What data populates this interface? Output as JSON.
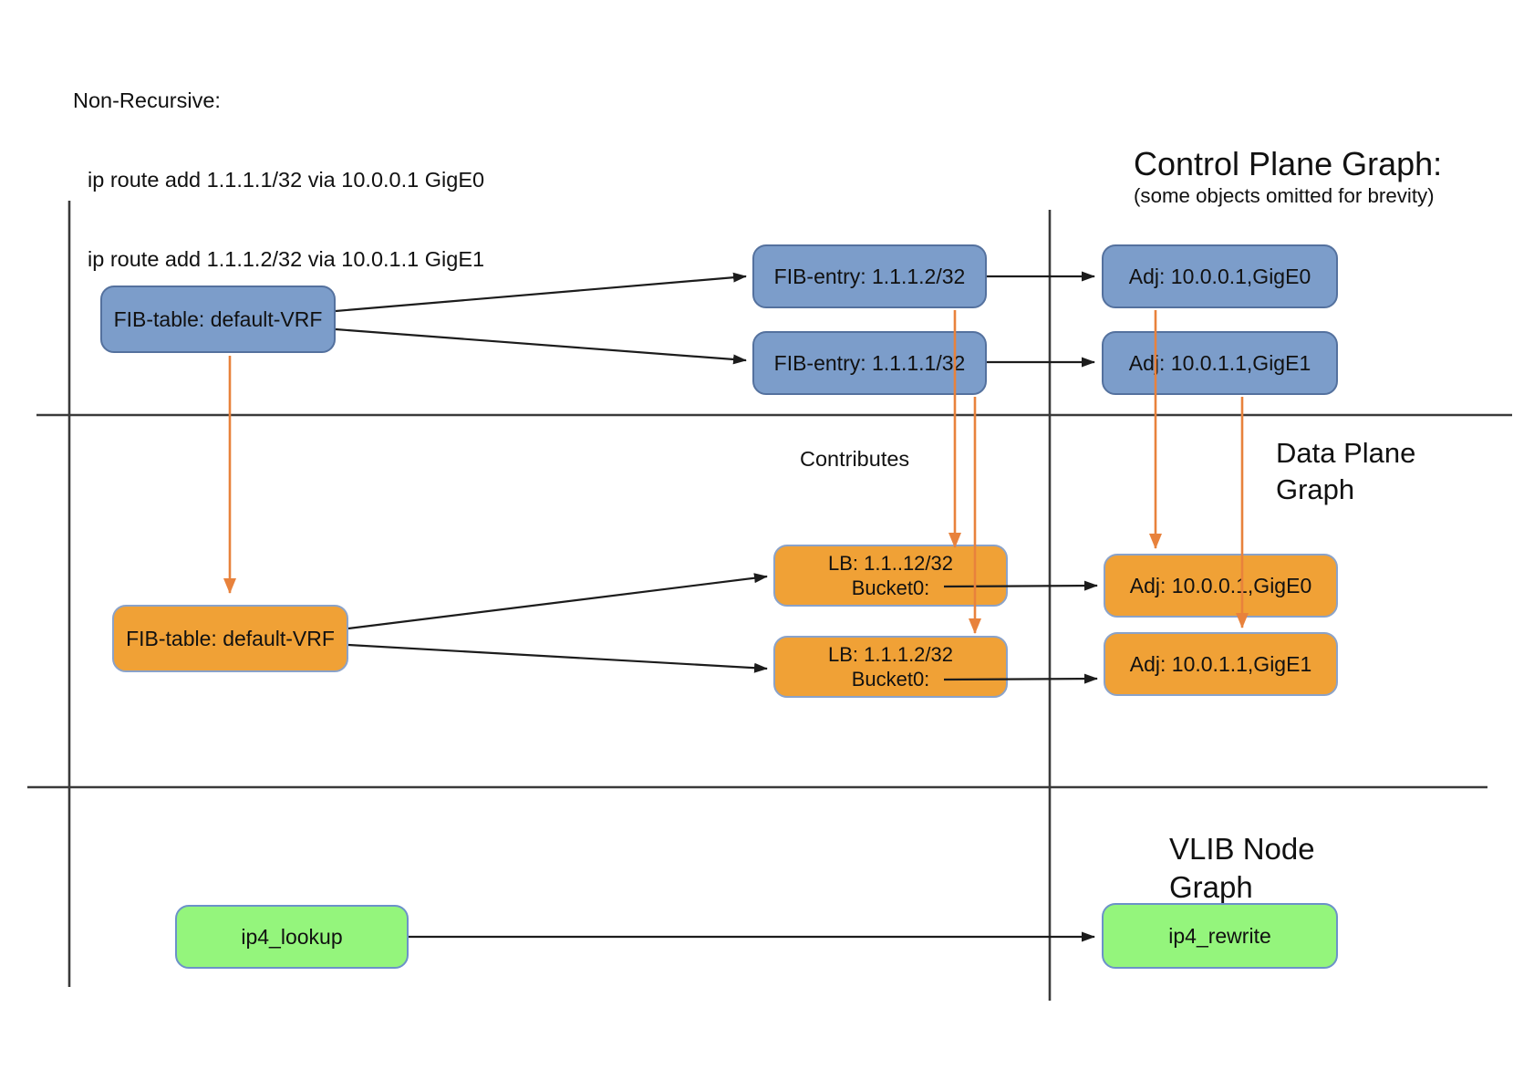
{
  "header": {
    "title": "Non-Recursive:",
    "command1": "ip route add 1.1.1.1/32 via 10.0.0.1 GigE0",
    "command2": "ip route add 1.1.1.2/32 via 10.0.1.1 GigE1"
  },
  "sections": {
    "control_plane": {
      "title": "Control Plane Graph:",
      "subtitle": "(some objects omitted for brevity)"
    },
    "data_plane": {
      "title_line1": "Data Plane",
      "title_line2": "Graph",
      "contributes_label": "Contributes"
    },
    "vlib": {
      "title_line1": "VLIB Node",
      "title_line2": "Graph"
    }
  },
  "nodes": {
    "cp_fib_table": {
      "label": "FIB-table: default-VRF"
    },
    "cp_fib_entry_2": {
      "label": "FIB-entry: 1.1.1.2/32"
    },
    "cp_fib_entry_1": {
      "label": "FIB-entry: 1.1.1.1/32"
    },
    "cp_adj_0": {
      "label": "Adj: 10.0.0.1,GigE0"
    },
    "cp_adj_1": {
      "label": "Adj: 10.0.1.1,GigE1"
    },
    "dp_fib_table": {
      "label": "FIB-table: default-VRF"
    },
    "dp_lb_1": {
      "line1": "LB: 1.1..12/32",
      "line2": "Bucket0:"
    },
    "dp_lb_2": {
      "line1": "LB: 1.1.1.2/32",
      "line2": "Bucket0:"
    },
    "dp_adj_0": {
      "label": "Adj: 10.0.0.1,GigE0"
    },
    "dp_adj_1": {
      "label": "Adj: 10.0.1.1,GigE1"
    },
    "vlib_ip4_lookup": {
      "label": "ip4_lookup"
    },
    "vlib_ip4_rewrite": {
      "label": "ip4_rewrite"
    }
  },
  "colors": {
    "cp_fill": "#7c9dca",
    "cp_stroke": "#54719e",
    "dp_fill": "#f0a136",
    "dp_stroke": "#8aa2c9",
    "vlib_fill": "#94f57c",
    "vlib_stroke": "#6c91c9",
    "arrow_black": "#1c1c1c",
    "arrow_orange": "#e8823c",
    "divider": "#3a3a3a",
    "text": "#111111"
  }
}
